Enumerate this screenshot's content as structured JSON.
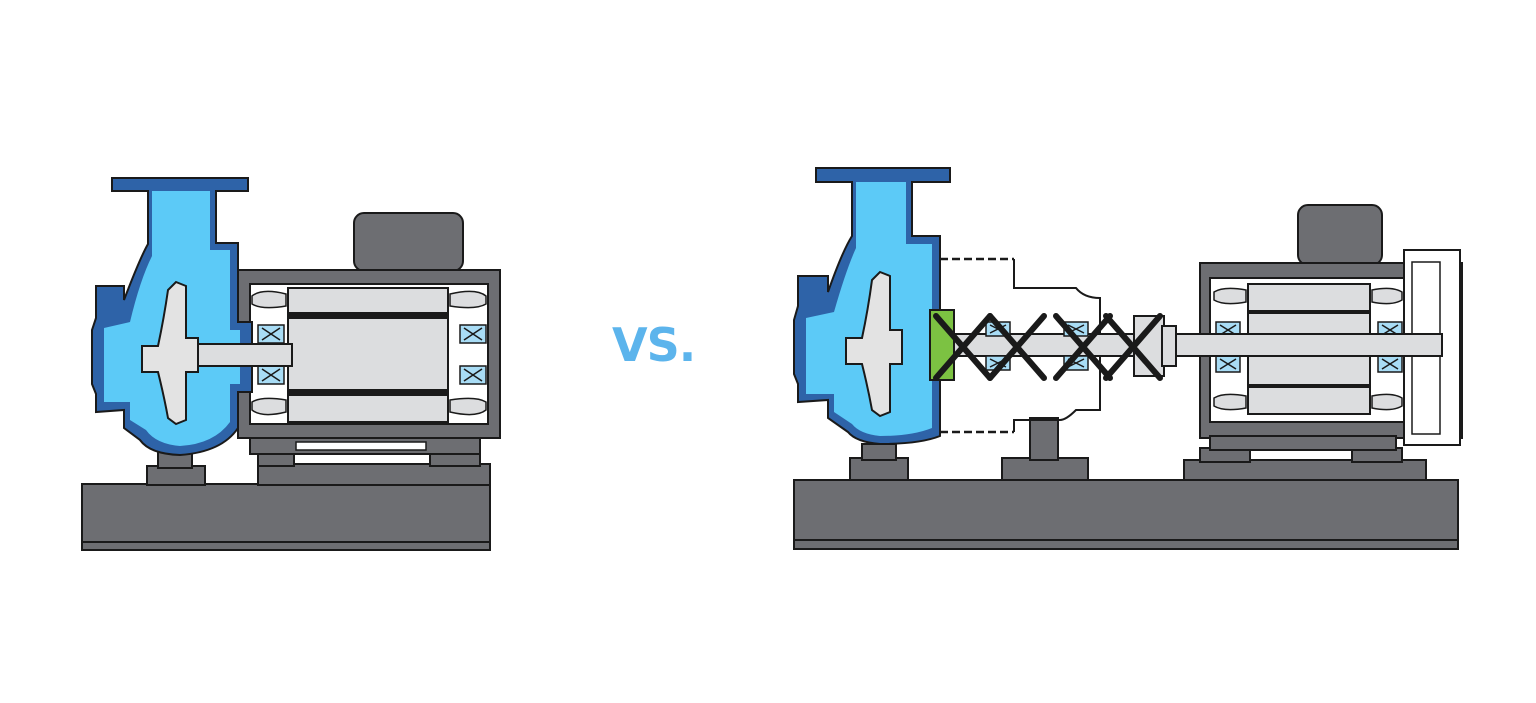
{
  "comparison_label": "VS.",
  "colors": {
    "casing_outer": "#2e63a8",
    "fluid": "#5ccaf7",
    "impeller": "#e3e3e3",
    "metal": "#6d6e72",
    "metal_light": "#dcdddf",
    "bearing": "#a8dcf5",
    "seal_green": "#7cc242",
    "outline": "#1a1a1a",
    "accent_text": "#5cb4ec",
    "background": "#ffffff"
  },
  "diagrams": [
    {
      "name": "close-coupled-pump"
    },
    {
      "name": "frame-mounted-pump"
    }
  ]
}
